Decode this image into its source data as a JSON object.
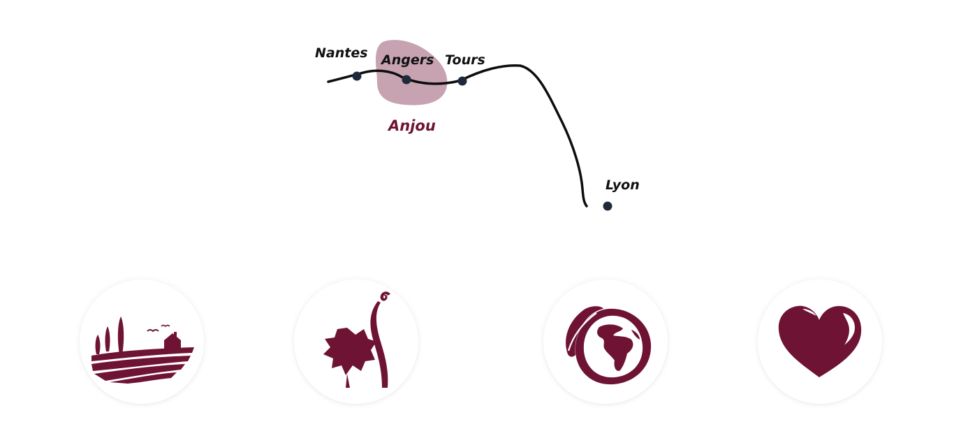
{
  "colors": {
    "wine": "#6e1333",
    "region_fill": "#c7a3b1",
    "route": "#0d0d0d",
    "city_dot": "#1e2a3a"
  },
  "map": {
    "cities": [
      {
        "id": "nantes",
        "label": "Nantes"
      },
      {
        "id": "angers",
        "label": "Angers"
      },
      {
        "id": "tours",
        "label": "Tours"
      },
      {
        "id": "lyon",
        "label": "Lyon"
      }
    ],
    "region": {
      "label": "Anjou"
    }
  },
  "badges": [
    {
      "id": "vineyard",
      "icon": "vineyard-landscape-icon"
    },
    {
      "id": "vine",
      "icon": "vine-leaf-icon"
    },
    {
      "id": "earth",
      "icon": "earth-leaf-icon"
    },
    {
      "id": "heart",
      "icon": "heart-icon"
    }
  ]
}
